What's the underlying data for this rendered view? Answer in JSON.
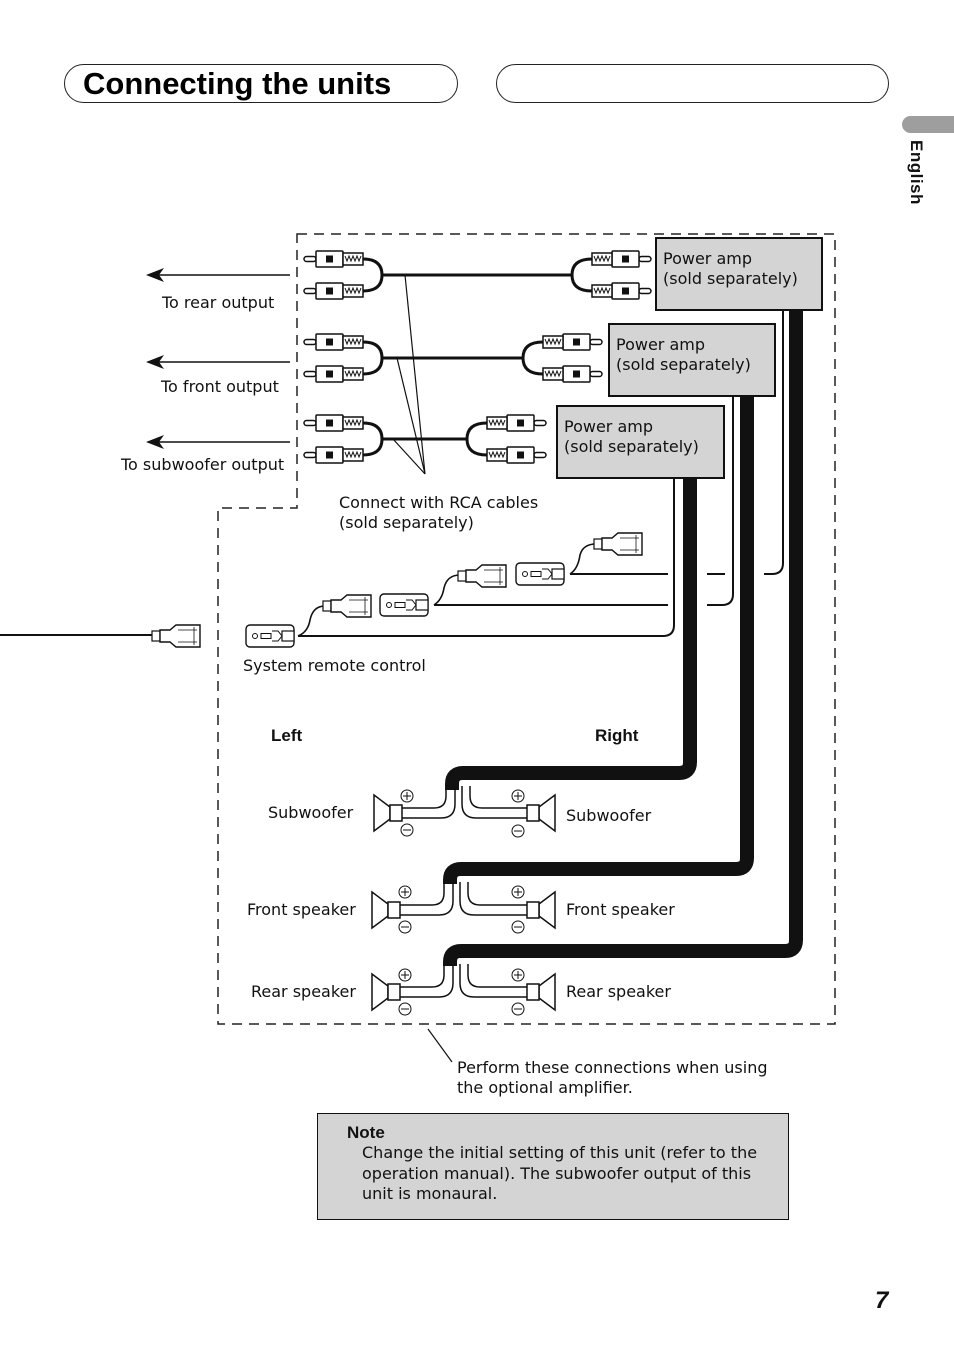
{
  "header": {
    "title": "Connecting the units",
    "language_tab": "English"
  },
  "diagram": {
    "outputs": [
      {
        "label": "To rear output"
      },
      {
        "label": "To front output"
      },
      {
        "label": "To subwoofer output"
      }
    ],
    "amplifiers": [
      {
        "line1": "Power amp",
        "line2": "(sold separately)"
      },
      {
        "line1": "Power amp",
        "line2": "(sold separately)"
      },
      {
        "line1": "Power amp",
        "line2": "(sold separately)"
      }
    ],
    "rca_callout": {
      "line1": "Connect with RCA cables",
      "line2": "(sold separately)"
    },
    "remote_label": "System remote control",
    "side_labels": {
      "left": "Left",
      "right": "Right"
    },
    "speakers": [
      {
        "left": "Subwoofer",
        "right": "Subwoofer"
      },
      {
        "left": "Front speaker",
        "right": "Front speaker"
      },
      {
        "left": "Rear speaker",
        "right": "Rear speaker"
      }
    ],
    "polarity": {
      "plus": "+",
      "minus": "−"
    },
    "optional_callout": {
      "line1": "Perform these connections when using",
      "line2": "the optional amplifier."
    }
  },
  "note": {
    "title": "Note",
    "body": "Change the initial setting of this unit (refer to the operation manual). The subwoofer output of this unit is monaural."
  },
  "footer": {
    "page_number": "7"
  }
}
